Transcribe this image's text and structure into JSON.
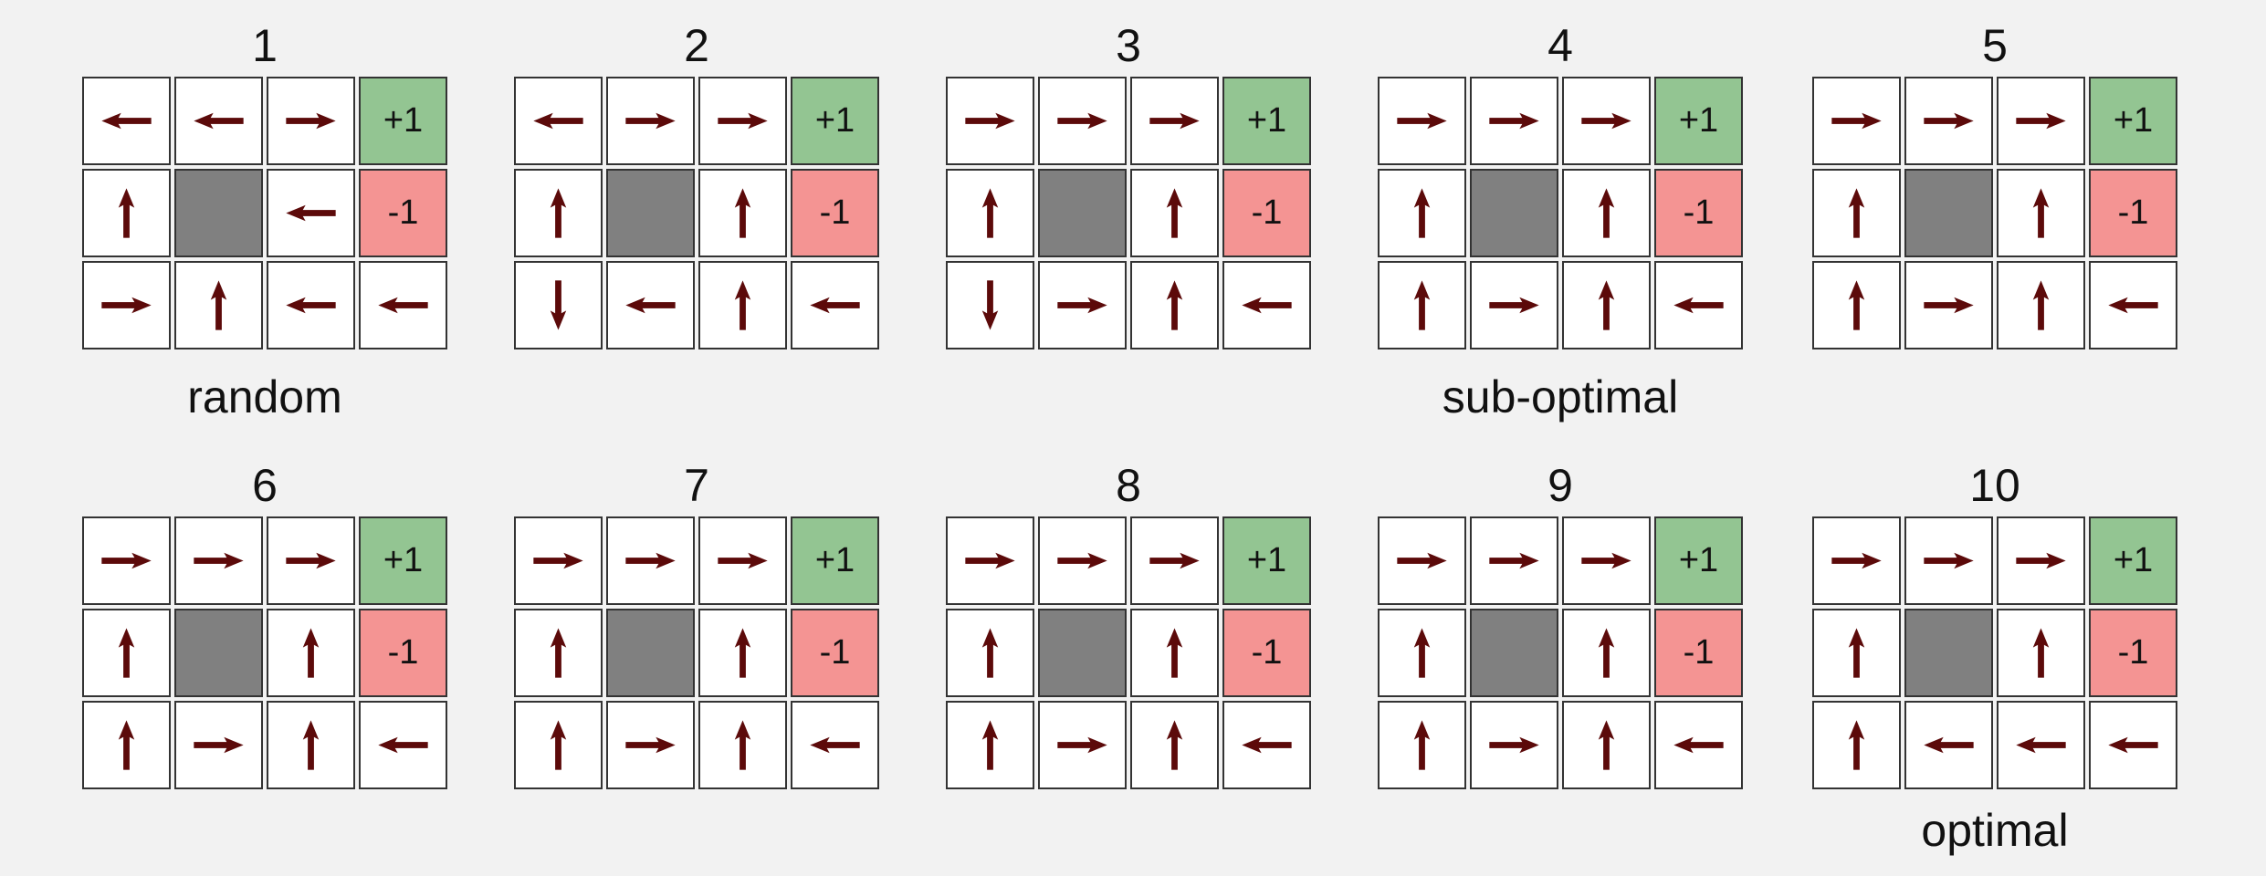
{
  "colors": {
    "background": "#f2f2f2",
    "arrow": "#5c0a0a",
    "wall": "#808080",
    "reward_positive": "#93c592",
    "reward_negative": "#f49493",
    "cell": "#ffffff",
    "border": "#333333"
  },
  "legend": {
    "icons": {
      "left": "arrow-left-icon",
      "right": "arrow-right-icon",
      "up": "arrow-up-icon",
      "down": "arrow-down-icon"
    },
    "cell_types": {
      "W": "wall",
      "+": "positive-terminal",
      "-": "negative-terminal"
    }
  },
  "terminal_labels": {
    "positive": "+1",
    "negative": "-1"
  },
  "panels": [
    {
      "title": "1",
      "caption": "random",
      "grid": [
        [
          "L",
          "L",
          "R",
          "+"
        ],
        [
          "U",
          "W",
          "L",
          "-"
        ],
        [
          "R",
          "U",
          "L",
          "L"
        ]
      ]
    },
    {
      "title": "2",
      "caption": "",
      "grid": [
        [
          "L",
          "R",
          "R",
          "+"
        ],
        [
          "U",
          "W",
          "U",
          "-"
        ],
        [
          "D",
          "L",
          "U",
          "L"
        ]
      ]
    },
    {
      "title": "3",
      "caption": "",
      "grid": [
        [
          "R",
          "R",
          "R",
          "+"
        ],
        [
          "U",
          "W",
          "U",
          "-"
        ],
        [
          "D",
          "R",
          "U",
          "L"
        ]
      ]
    },
    {
      "title": "4",
      "caption": "sub-optimal",
      "grid": [
        [
          "R",
          "R",
          "R",
          "+"
        ],
        [
          "U",
          "W",
          "U",
          "-"
        ],
        [
          "U",
          "R",
          "U",
          "L"
        ]
      ]
    },
    {
      "title": "5",
      "caption": "",
      "grid": [
        [
          "R",
          "R",
          "R",
          "+"
        ],
        [
          "U",
          "W",
          "U",
          "-"
        ],
        [
          "U",
          "R",
          "U",
          "L"
        ]
      ]
    },
    {
      "title": "6",
      "caption": "",
      "grid": [
        [
          "R",
          "R",
          "R",
          "+"
        ],
        [
          "U",
          "W",
          "U",
          "-"
        ],
        [
          "U",
          "R",
          "U",
          "L"
        ]
      ]
    },
    {
      "title": "7",
      "caption": "",
      "grid": [
        [
          "R",
          "R",
          "R",
          "+"
        ],
        [
          "U",
          "W",
          "U",
          "-"
        ],
        [
          "U",
          "R",
          "U",
          "L"
        ]
      ]
    },
    {
      "title": "8",
      "caption": "",
      "grid": [
        [
          "R",
          "R",
          "R",
          "+"
        ],
        [
          "U",
          "W",
          "U",
          "-"
        ],
        [
          "U",
          "R",
          "U",
          "L"
        ]
      ]
    },
    {
      "title": "9",
      "caption": "",
      "grid": [
        [
          "R",
          "R",
          "R",
          "+"
        ],
        [
          "U",
          "W",
          "U",
          "-"
        ],
        [
          "U",
          "R",
          "U",
          "L"
        ]
      ]
    },
    {
      "title": "10",
      "caption": "optimal",
      "grid": [
        [
          "R",
          "R",
          "R",
          "+"
        ],
        [
          "U",
          "W",
          "U",
          "-"
        ],
        [
          "U",
          "L",
          "L",
          "L"
        ]
      ]
    }
  ]
}
